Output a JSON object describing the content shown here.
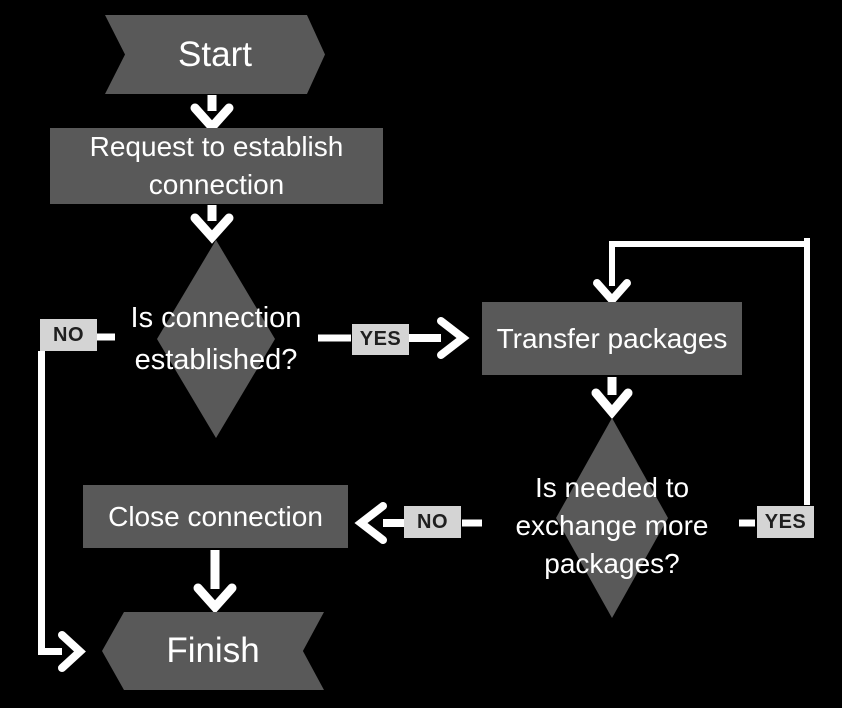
{
  "diagram": {
    "colors": {
      "background": "#000000",
      "node_fill": "#595959",
      "node_text": "#ffffff",
      "connector": "#ffffff",
      "label_bg": "#d4d4d4",
      "label_text": "#1f1f1f"
    },
    "nodes": {
      "start": {
        "type": "start-banner",
        "label": "Start"
      },
      "request": {
        "type": "process",
        "label": "Request to establish connection",
        "lines": [
          "Request to establish",
          "connection"
        ]
      },
      "decision1": {
        "type": "decision",
        "label": "Is connection established?",
        "lines": [
          "Is connection",
          "established?"
        ]
      },
      "transfer": {
        "type": "process",
        "label": "Transfer packages"
      },
      "decision2": {
        "type": "decision",
        "label": "Is needed to exchange more packages?",
        "lines": [
          "Is needed to",
          "exchange more",
          "packages?"
        ]
      },
      "close": {
        "type": "process",
        "label": "Close connection"
      },
      "finish": {
        "type": "finish-banner",
        "label": "Finish"
      }
    },
    "edge_labels": {
      "decision1_no": "NO",
      "decision1_yes": "YES",
      "decision2_no": "NO",
      "decision2_yes": "YES"
    }
  }
}
